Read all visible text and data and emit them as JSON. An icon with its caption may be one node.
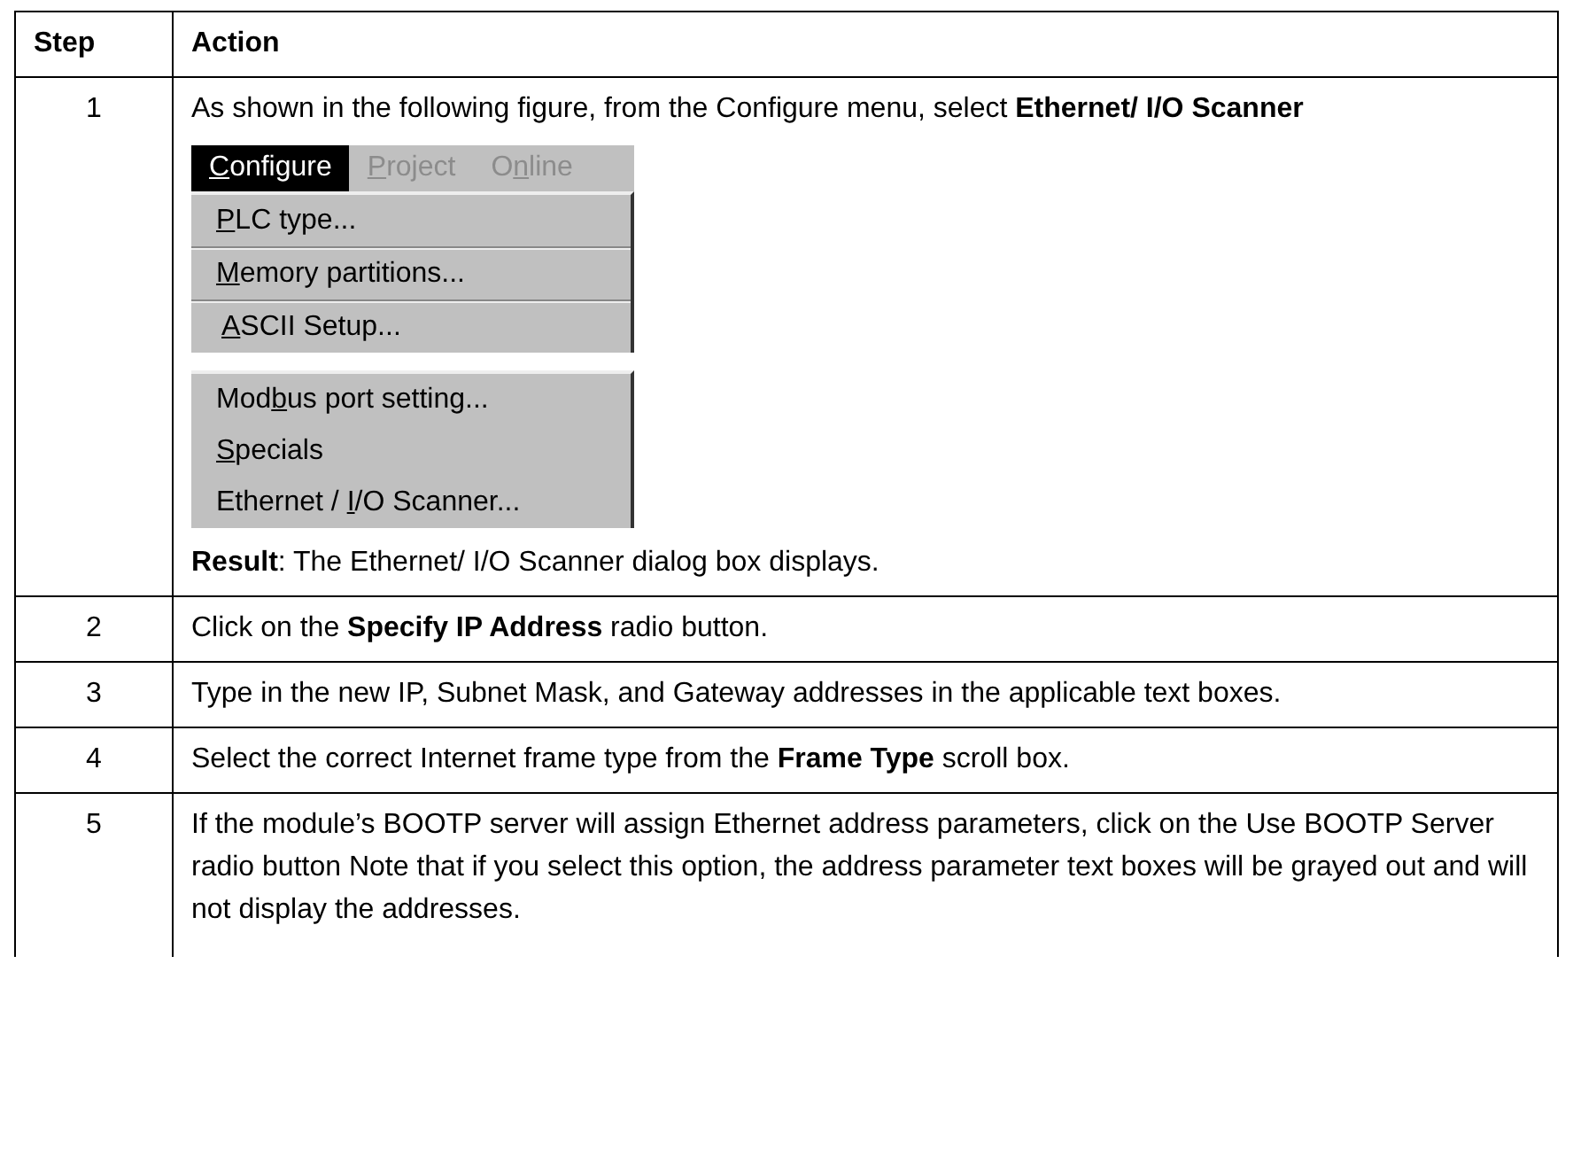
{
  "diagram": {
    "labels": [
      "Step",
      "Action",
      "1",
      "As shown in the following figure, from the Configure menu, select **Ethernet/ I/O Scanner**",
      "Configure",
      "Project",
      "Online",
      "PLC type...",
      "Memory partitions...",
      "ASCII Setup...",
      "Modbus port setting...",
      "Specials",
      "Ethernet / I/O Scanner...",
      "**Result**: The Ethernet/ I/O Scanner dialog box displays.",
      "2",
      "Click on the **Specify IP Address** radio button.",
      "3",
      "Type in the new IP, Subnet Mask, and Gateway addresses in the applicable text boxes.",
      "4",
      "Select the correct Internet frame type from the **Frame Type** scroll box.",
      "5",
      "If the module’s BOOTP server will assign Ethernet address parameters, click on the Use BOOTP Server radio button Note that if you select this option, the address parameter text boxes will be grayed out and will not display the addresses."
    ]
  }
}
